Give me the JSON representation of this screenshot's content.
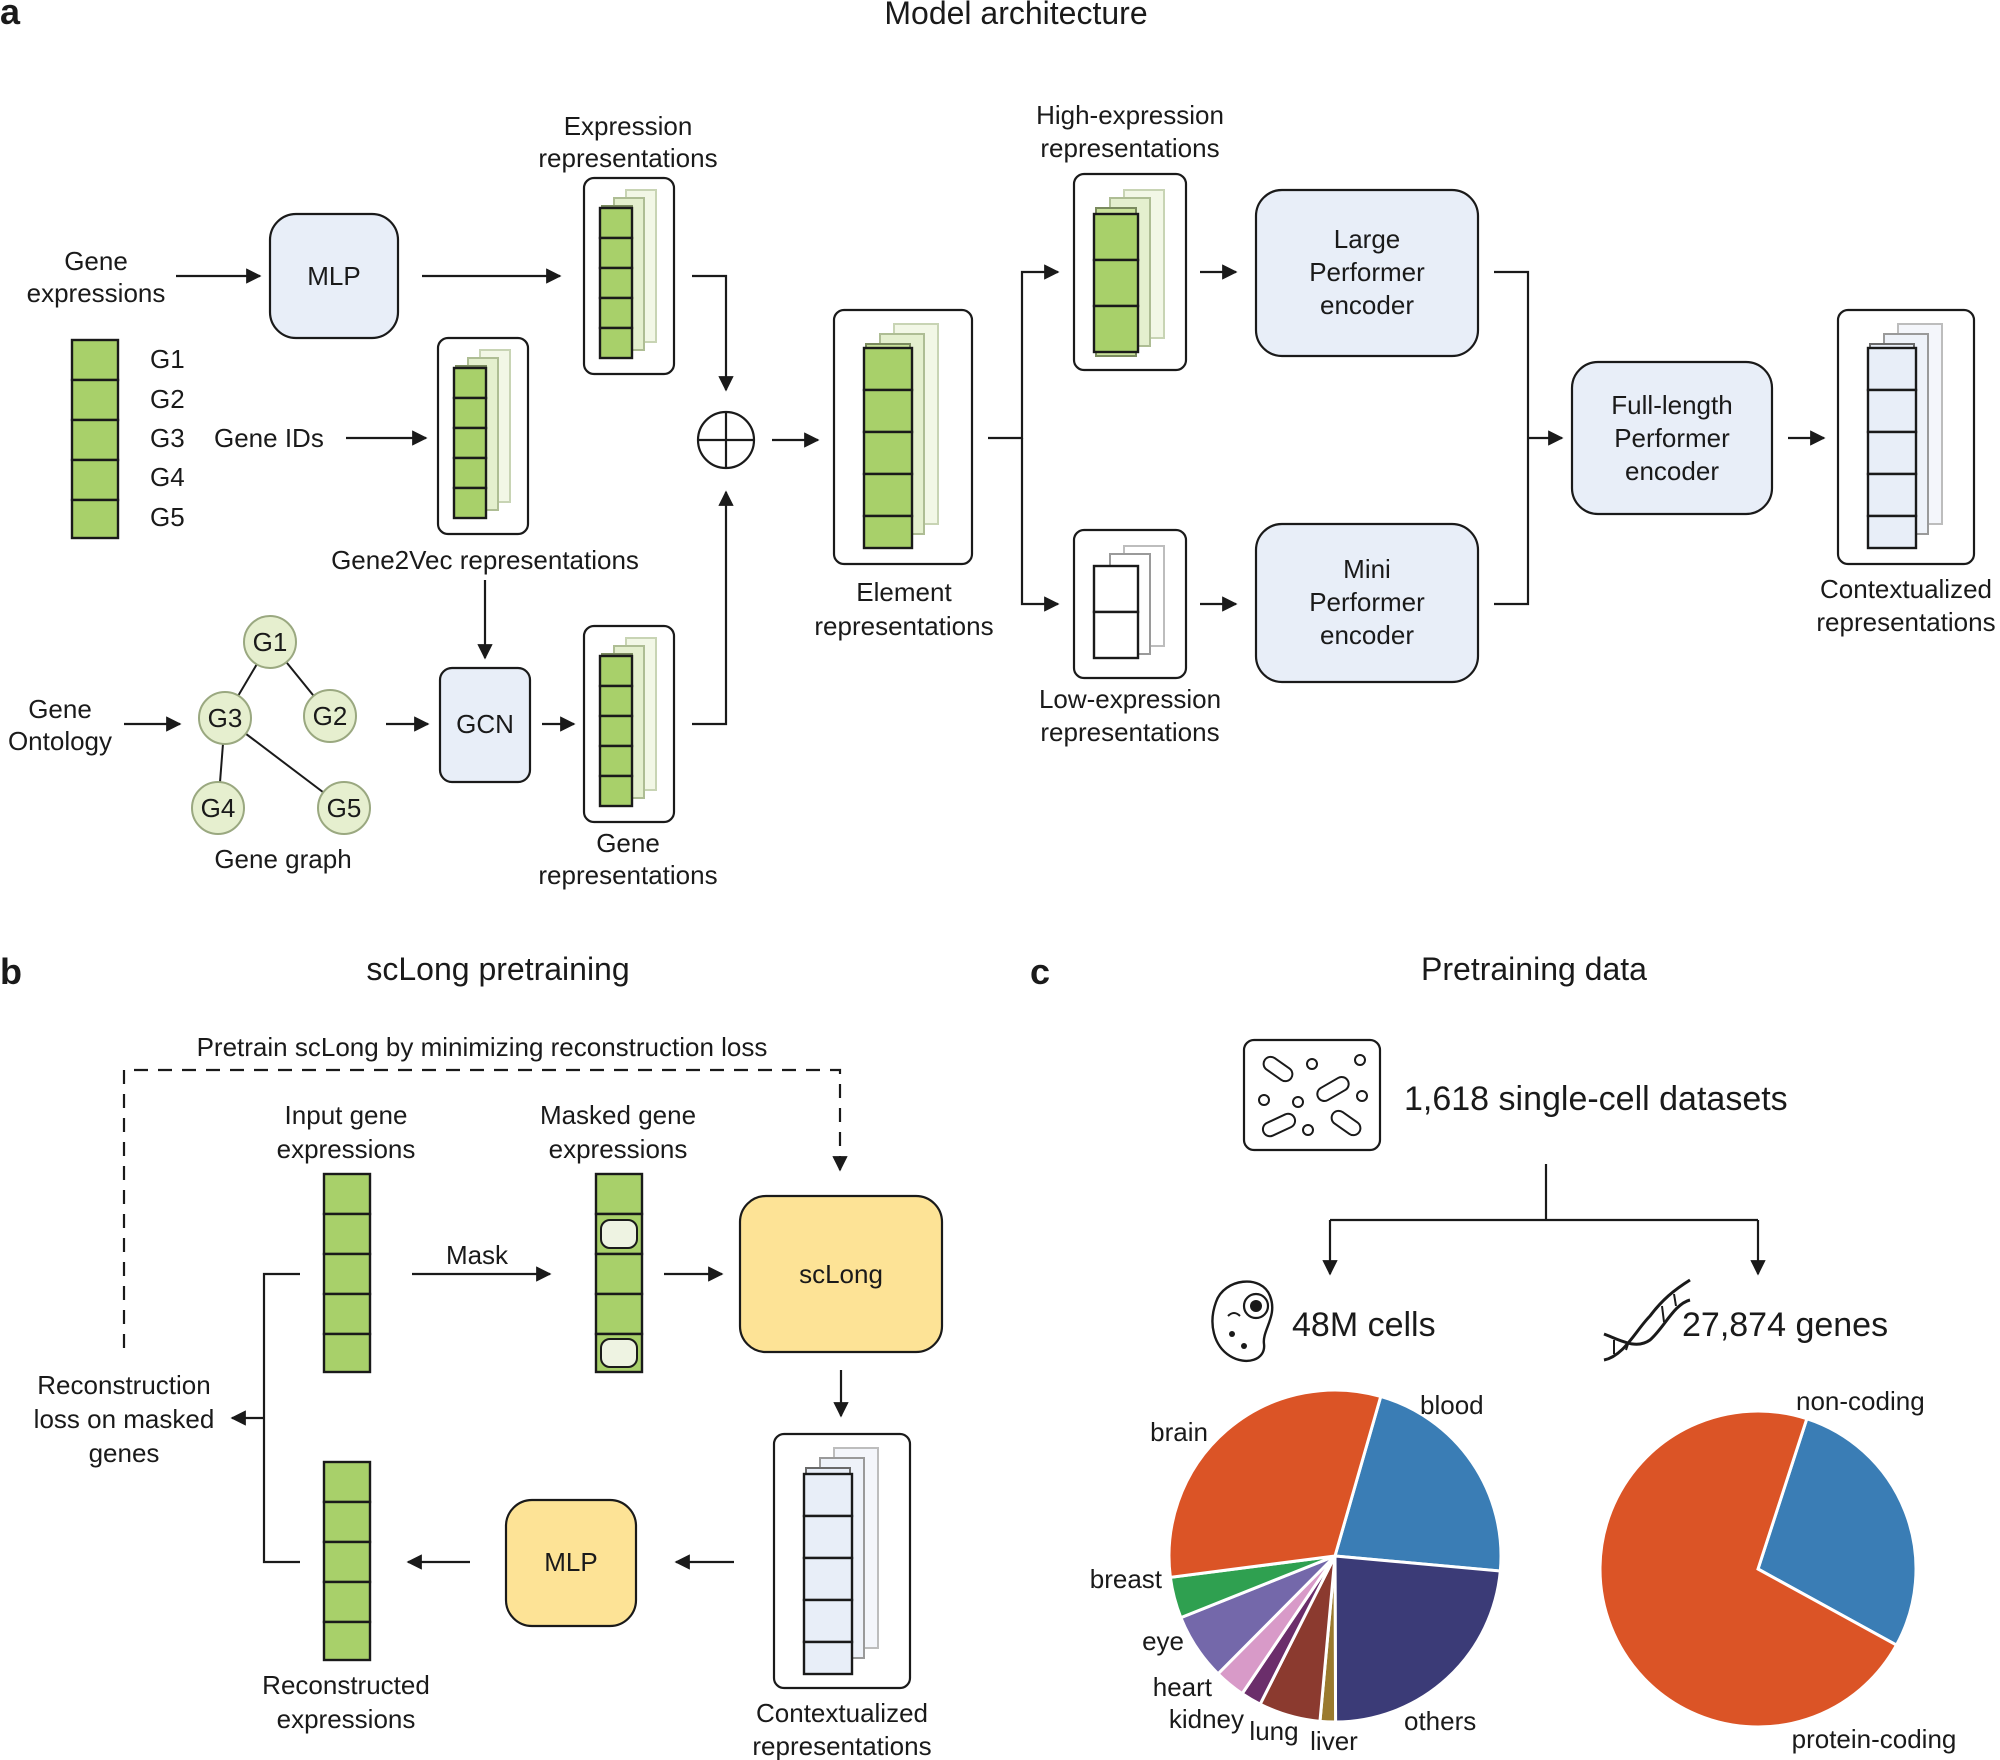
{
  "panels": {
    "a": {
      "letter": "a",
      "title": "Model architecture"
    },
    "b": {
      "letter": "b",
      "title": "scLong pretraining"
    },
    "c": {
      "letter": "c",
      "title": "Pretraining data"
    }
  },
  "panel_a": {
    "gene_expressions": [
      "Gene",
      "expressions"
    ],
    "gene_list": [
      "G1",
      "G2",
      "G3",
      "G4",
      "G5"
    ],
    "mlp": "MLP",
    "expression_repr": [
      "Expression",
      "representations"
    ],
    "gene_ids": "Gene IDs",
    "gene2vec_repr": "Gene2Vec representations",
    "gene_ontology": [
      "Gene",
      "Ontology"
    ],
    "graph_nodes": [
      "G1",
      "G3",
      "G2",
      "G4",
      "G5"
    ],
    "gene_graph": "Gene graph",
    "gcn": "GCN",
    "gene_repr": [
      "Gene",
      "representations"
    ],
    "element_repr": [
      "Element",
      "representations"
    ],
    "high_expr_repr": [
      "High-expression",
      "representations"
    ],
    "low_expr_repr": [
      "Low-expression",
      "representations"
    ],
    "large_encoder": [
      "Large",
      "Performer",
      "encoder"
    ],
    "mini_encoder": [
      "Mini",
      "Performer",
      "encoder"
    ],
    "full_encoder": [
      "Full-length",
      "Performer",
      "encoder"
    ],
    "contextualized_repr": [
      "Contextualized",
      "representations"
    ]
  },
  "panel_b": {
    "loop_label": "Pretrain scLong by minimizing reconstruction loss",
    "input_gene_expr": [
      "Input gene",
      "expressions"
    ],
    "masked_gene_expr": [
      "Masked gene",
      "expressions"
    ],
    "mask": "Mask",
    "sclong": "scLong",
    "recon_loss": [
      "Reconstruction",
      "loss on masked",
      "genes"
    ],
    "mlp": "MLP",
    "recon_expr": [
      "Reconstructed",
      "expressions"
    ],
    "contextualized_repr": [
      "Contextualized",
      "representations"
    ]
  },
  "panel_c": {
    "datasets": "1,618 single-cell datasets",
    "cells": "48M cells",
    "genes": "27,874 genes",
    "colors": {
      "blood": "#3a7db5",
      "others": "#3b3b77",
      "liver": "#9a7a2e",
      "lung": "#8b3a2f",
      "kidney": "#6b2e6b",
      "heart": "#d89ac8",
      "eye": "#7468aa",
      "breast": "#2fa050",
      "brain": "#db5426",
      "non-coding": "#3a7db5",
      "protein-coding": "#db5426"
    }
  },
  "chart_data": [
    {
      "type": "pie",
      "title": "48M cells",
      "unit": "approximate share (%)",
      "slices": [
        {
          "label": "blood",
          "value": 22
        },
        {
          "label": "others",
          "value": 23.5
        },
        {
          "label": "liver",
          "value": 1.5
        },
        {
          "label": "lung",
          "value": 6
        },
        {
          "label": "kidney",
          "value": 2
        },
        {
          "label": "heart",
          "value": 3
        },
        {
          "label": "eye",
          "value": 6.5
        },
        {
          "label": "breast",
          "value": 4
        },
        {
          "label": "brain",
          "value": 31.5
        }
      ]
    },
    {
      "type": "pie",
      "title": "27,874 genes",
      "unit": "approximate share (%)",
      "slices": [
        {
          "label": "non-coding",
          "value": 28
        },
        {
          "label": "protein-coding",
          "value": 72
        }
      ]
    }
  ]
}
